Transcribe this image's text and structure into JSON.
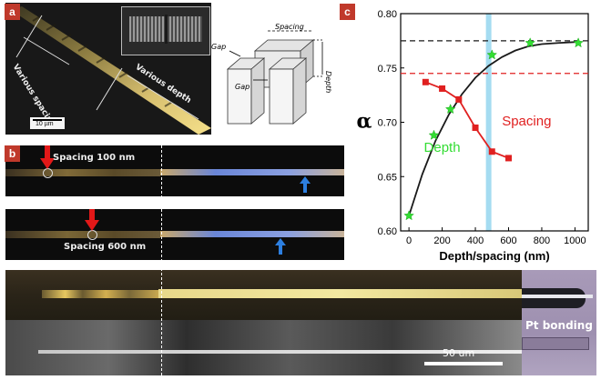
{
  "panels": {
    "a": {
      "tag": "a",
      "label_spacing": "Various spacing",
      "label_depth": "Various depth",
      "scale_text": "10 µm"
    },
    "schematic": {
      "spacing": "Spacing",
      "gap_top": "Gap",
      "gap_front": "Gap",
      "depth": "Depth"
    },
    "b": {
      "tag": "b",
      "top_label": "Spacing 100 nm",
      "bottom_label": "Spacing 600 nm"
    },
    "bottom": {
      "pt_label": "Pt bonding",
      "scale_text": "50 um"
    },
    "c": {
      "tag": "c"
    }
  },
  "colors": {
    "tag_bg": "#c0392b",
    "depth_series": "#1a1a1a",
    "depth_markers": "#33dd33",
    "spacing_series": "#e02020",
    "highlight_band": "#8fd3ee"
  },
  "chart_data": {
    "type": "line",
    "xlabel": "Depth/spacing (nm)",
    "ylabel": "α",
    "xlim": [
      -50,
      1080
    ],
    "ylim": [
      0.6,
      0.8
    ],
    "xticks": [
      0,
      200,
      400,
      600,
      800,
      1000
    ],
    "yticks": [
      0.6,
      0.65,
      0.7,
      0.75,
      0.8
    ],
    "ytick_labels": [
      "0.60",
      "0.65",
      "0.70",
      "0.75",
      "0.80"
    ],
    "grid": false,
    "series": [
      {
        "name": "Depth",
        "marker": "star",
        "points": [
          [
            0,
            0.614
          ],
          [
            150,
            0.688
          ],
          [
            250,
            0.712
          ],
          [
            500,
            0.762
          ],
          [
            730,
            0.773
          ],
          [
            1020,
            0.773
          ]
        ],
        "curve": [
          [
            0,
            0.614
          ],
          [
            80,
            0.652
          ],
          [
            160,
            0.683
          ],
          [
            240,
            0.707
          ],
          [
            320,
            0.726
          ],
          [
            400,
            0.741
          ],
          [
            480,
            0.752
          ],
          [
            560,
            0.76
          ],
          [
            640,
            0.766
          ],
          [
            720,
            0.77
          ],
          [
            800,
            0.772
          ],
          [
            900,
            0.773
          ],
          [
            1020,
            0.774
          ]
        ]
      },
      {
        "name": "Spacing",
        "marker": "square",
        "points": [
          [
            100,
            0.737
          ],
          [
            200,
            0.731
          ],
          [
            300,
            0.721
          ],
          [
            400,
            0.695
          ],
          [
            500,
            0.673
          ],
          [
            600,
            0.667
          ]
        ]
      }
    ],
    "reference_lines": [
      {
        "y": 0.775,
        "style": "dashed",
        "color": "#1a1a1a"
      },
      {
        "y": 0.745,
        "style": "dashed",
        "color": "#e02020"
      }
    ],
    "highlight_x": 480
  }
}
